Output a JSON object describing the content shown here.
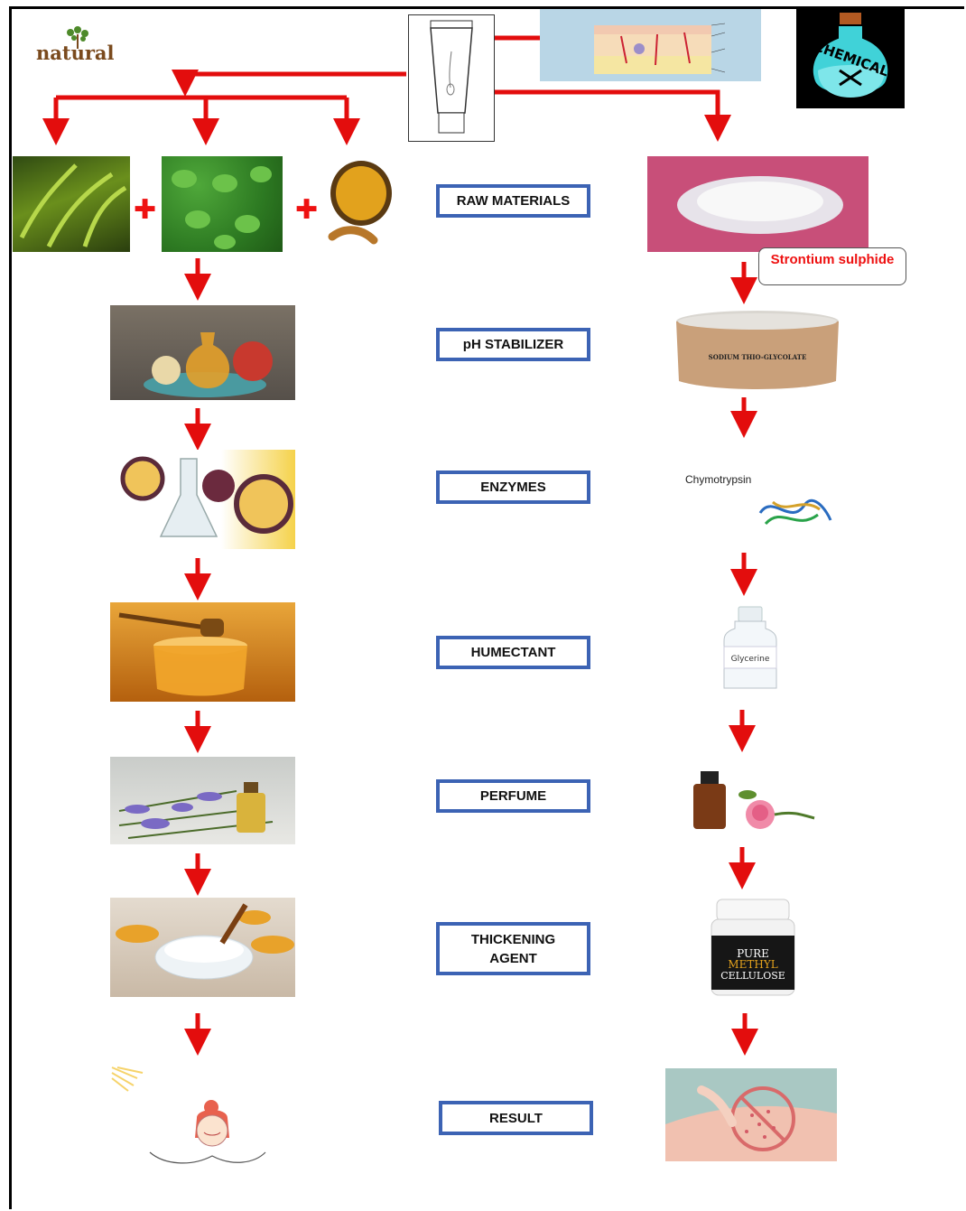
{
  "logos": {
    "natural": "natural",
    "chemical": "CHEMICAL"
  },
  "stages": [
    {
      "label": "RAW MATERIALS"
    },
    {
      "label": "pH STABILIZER"
    },
    {
      "label": "ENZYMES"
    },
    {
      "label": "HUMECTANT"
    },
    {
      "label": "PERFUME"
    },
    {
      "label": "THICKENING AGENT"
    },
    {
      "label": "RESULT"
    }
  ],
  "chemical_labels": {
    "raw_material_callout": "Strontium sulphide",
    "enzyme_label": "Chymotrypsin",
    "humectant_bottle_label": "Glycerine",
    "ph_jar_label": "SODIUM THIO-GLYCOLATE",
    "thickener_jar_label_1": "PURE",
    "thickener_jar_label_2": "METHYL",
    "thickener_jar_label_3": "CELLULOSE"
  },
  "colors": {
    "arrow": "#e30d0d",
    "stage_border": "#3c63b4",
    "callout_text": "#e11111"
  }
}
